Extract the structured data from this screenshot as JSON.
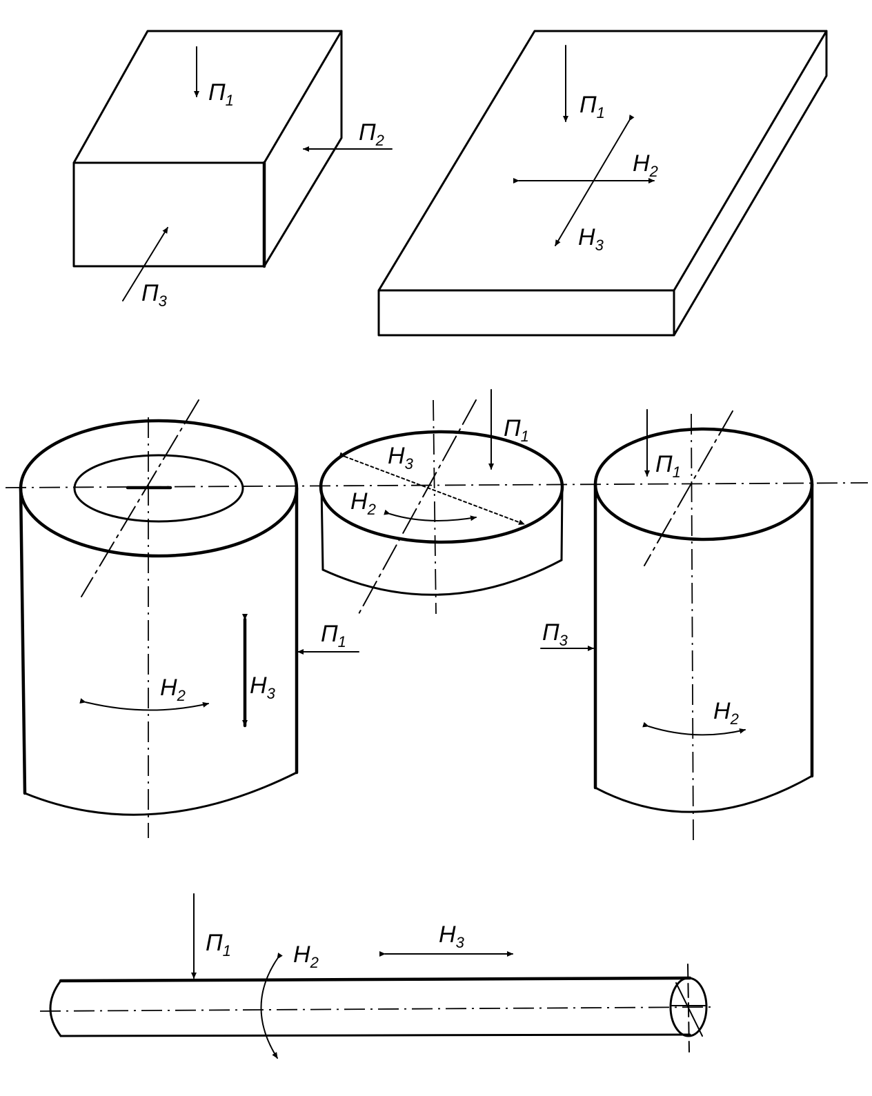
{
  "labels": {
    "box_p1": "П",
    "box_p1_sub": "1",
    "box_p2": "П",
    "box_p2_sub": "2",
    "box_p3": "П",
    "box_p3_sub": "3",
    "plate_p1": "П",
    "plate_p1_sub": "1",
    "plate_h2": "Н",
    "plate_h2_sub": "2",
    "plate_h3": "Н",
    "plate_h3_sub": "3",
    "bush_p1": "П",
    "bush_p1_sub": "1",
    "bush_h2": "Н",
    "bush_h2_sub": "2",
    "bush_h3": "Н",
    "bush_h3_sub": "3",
    "disk_p1": "П",
    "disk_p1_sub": "1",
    "disk_h2": "Н",
    "disk_h2_sub": "2",
    "disk_h3": "Н",
    "disk_h3_sub": "3",
    "cyl_p1": "П",
    "cyl_p1_sub": "1",
    "cyl_p3": "П",
    "cyl_p3_sub": "3",
    "cyl_h2": "Н",
    "cyl_h2_sub": "2",
    "shaft_p1": "П",
    "shaft_p1_sub": "1",
    "shaft_h2": "Н",
    "shaft_h2_sub": "2",
    "shaft_h3": "Н",
    "shaft_h3_sub": "3"
  }
}
